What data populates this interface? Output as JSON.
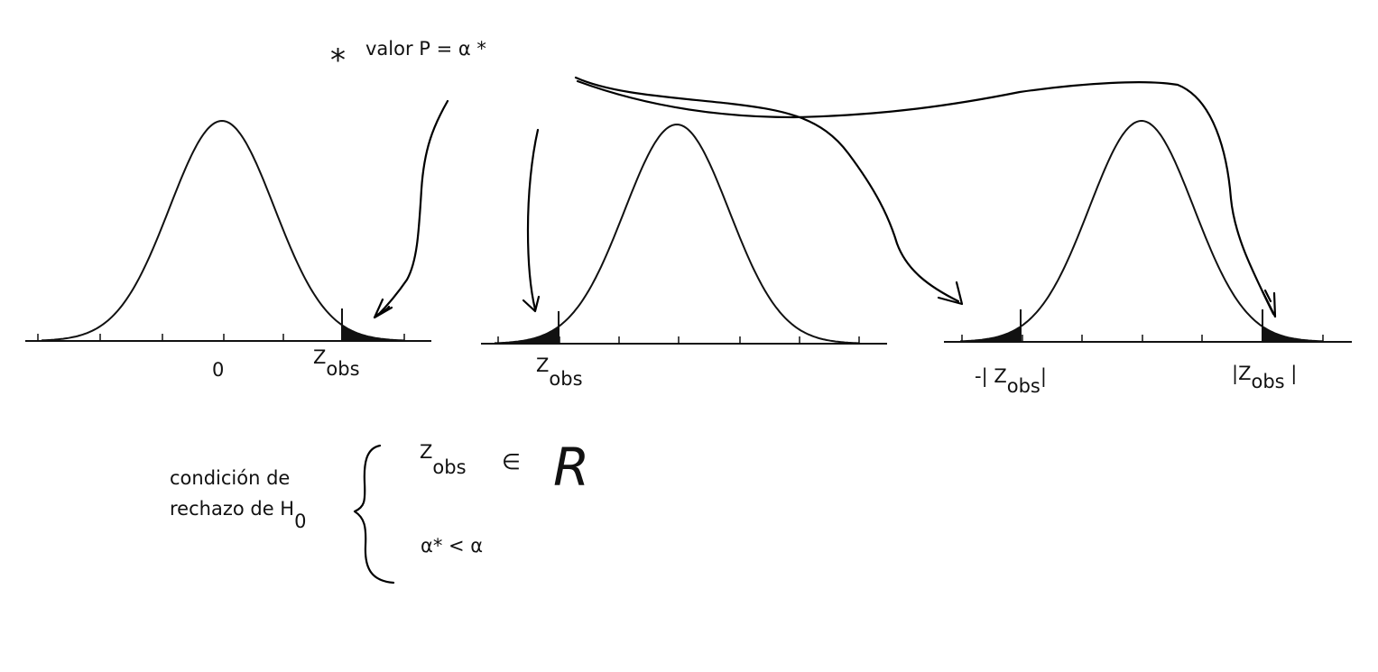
{
  "header": {
    "star": "*",
    "pvalue_text": "valor P = α *"
  },
  "panels": [
    {
      "id": "right-tail",
      "center_label": "0",
      "z_main": "Z",
      "z_sub": "obs"
    },
    {
      "id": "left-tail",
      "z_main": "Z",
      "z_sub": "obs"
    },
    {
      "id": "two-tail",
      "left_label": {
        "prefix": "-| ",
        "main": "Z",
        "sub": "obs",
        "suffix": "|"
      },
      "right_label": {
        "prefix": "|",
        "main": "Z",
        "sub": "obs",
        "suffix": " |"
      }
    }
  ],
  "condition": {
    "title_line1": "condición de",
    "title_line2_main": "rechazo de H",
    "title_line2_sub": "0",
    "cond1_main": "Z",
    "cond1_sub": "obs",
    "cond1_symbol": "∈",
    "cond1_set": "R",
    "cond2": "α* < α"
  }
}
